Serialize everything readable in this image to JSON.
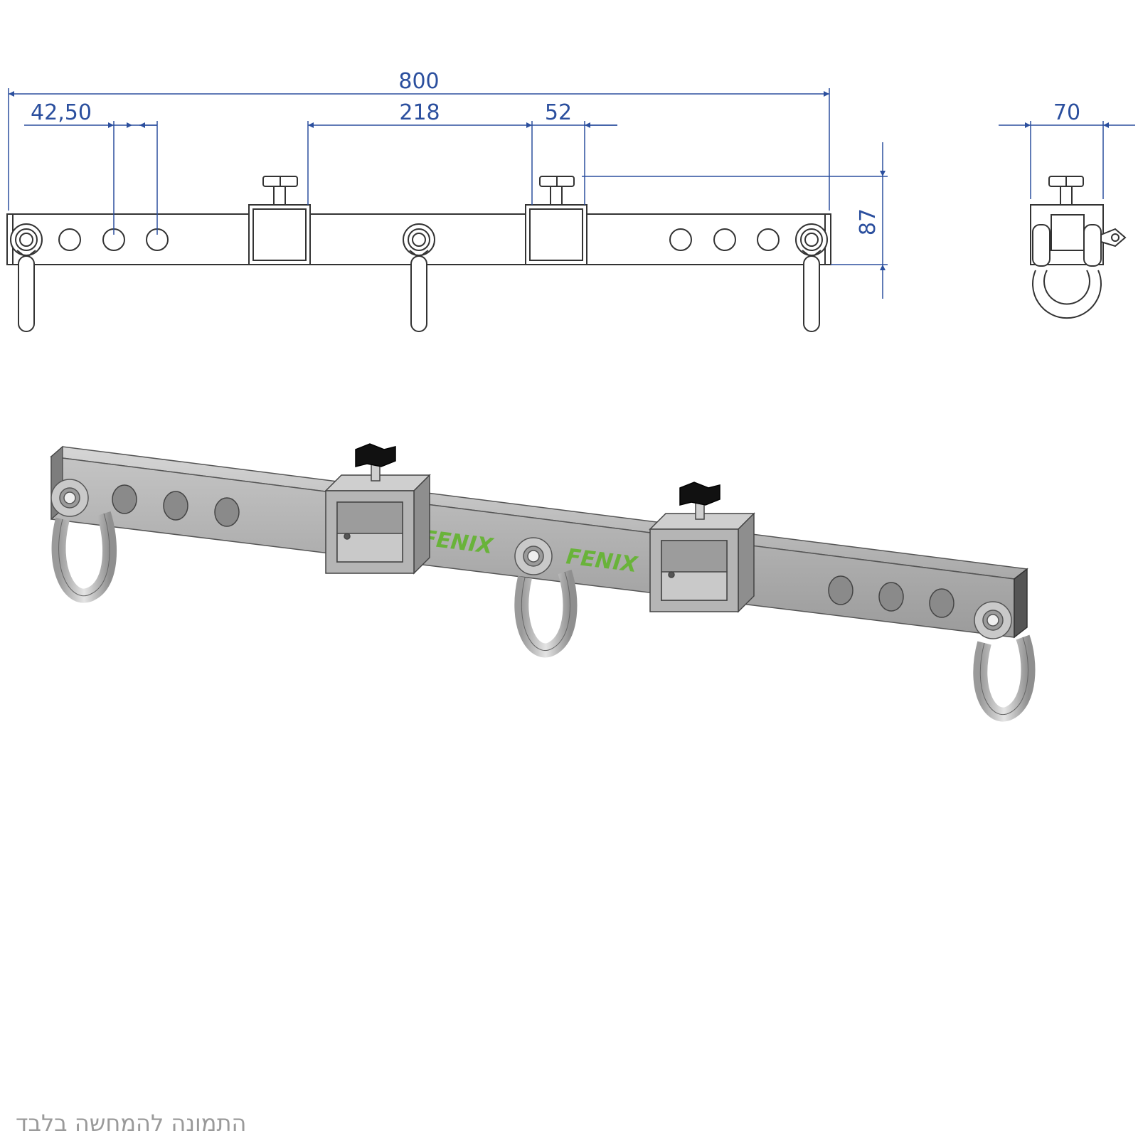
{
  "dimensions": {
    "overall_length": "800",
    "hole_spacing": "42,50",
    "clamp_spacing": "218",
    "clamp_width": "52",
    "height": "87",
    "side_width": "70"
  },
  "logos": [
    "FENIX",
    "FENIX"
  ],
  "caption": "התמונה להמחשה בלבד",
  "colors": {
    "dimension_line": "#2b4f9e",
    "steel": "#b8b8b8",
    "logo": "#69b33a"
  }
}
